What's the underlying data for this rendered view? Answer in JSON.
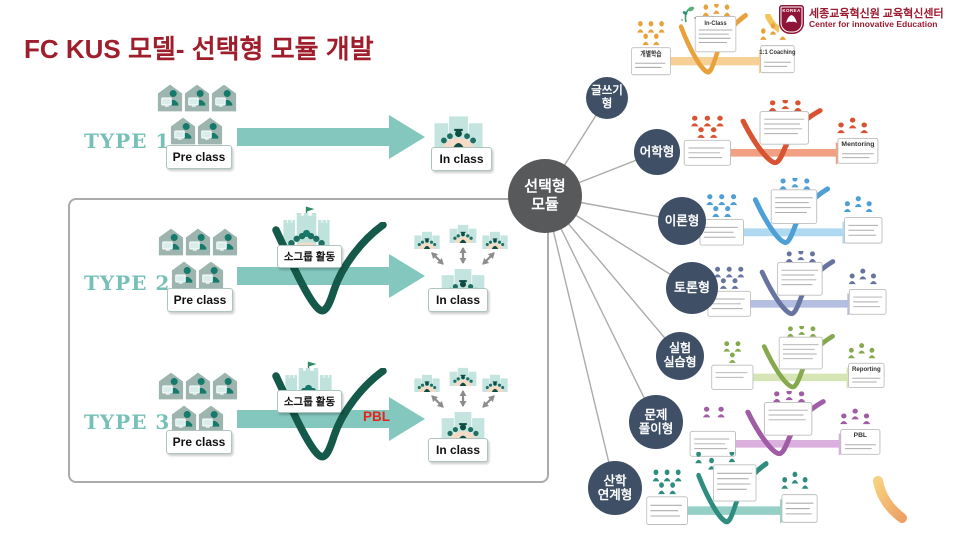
{
  "title": "FC KUS 모델- 선택형 모듈 개발",
  "logo": {
    "org": "KOREA",
    "line1": "세종교육혁신원 교육혁신센터",
    "line2": "Center for innovative Education"
  },
  "hub": {
    "label": "선택형\n모듈"
  },
  "types": [
    {
      "label": "TYPE 1",
      "pre": "Pre class",
      "in": "In class"
    },
    {
      "label": "TYPE 2",
      "pre": "Pre class",
      "in": "In class",
      "mid": "소그룹 활동"
    },
    {
      "label": "TYPE 3",
      "pre": "Pre class",
      "in": "In class",
      "mid": "소그룹 활동",
      "arrow_tag": "PBL"
    }
  ],
  "modules": [
    {
      "name": "writing",
      "label": "글쓰기\n형",
      "color": "#E9A13B",
      "color_light": "#F6CE8F",
      "thumb": {
        "left": "개별학습",
        "mid": "In-Class",
        "right": "1:1 Coaching"
      }
    },
    {
      "name": "language",
      "label": "어학형",
      "color": "#D85332",
      "color_light": "#F09B7D",
      "thumb": {
        "left": "",
        "mid": "",
        "right": "Mentoring"
      }
    },
    {
      "name": "theory",
      "label": "이론형",
      "color": "#4D9FD6",
      "color_light": "#ABD7F0",
      "thumb": {
        "left": "",
        "mid": "",
        "right": ""
      }
    },
    {
      "name": "discussion",
      "label": "토론형",
      "color": "#66749F",
      "color_light": "#B0BADF",
      "thumb": {
        "left": "",
        "mid": "",
        "right": ""
      }
    },
    {
      "name": "experiment",
      "label": "실험\n실습형",
      "color": "#86A94F",
      "color_light": "#D3E5B0",
      "thumb": {
        "left": "",
        "mid": "",
        "right": "Reporting"
      }
    },
    {
      "name": "problem",
      "label": "문제\n풀이형",
      "color": "#A05CA5",
      "color_light": "#D8ADDC",
      "thumb": {
        "left": "",
        "mid": "",
        "right": "PBL"
      }
    },
    {
      "name": "industry",
      "label": "산학\n연계형",
      "color": "#2F8D80",
      "color_light": "#8FCCC3",
      "thumb": {
        "left": "",
        "mid": "",
        "right": ""
      }
    }
  ],
  "colors": {
    "title_red": "#A01E2B",
    "arrow_teal": "#84C7BF",
    "check_green": "#14594A",
    "hub_gray": "#58595B",
    "circle_navy": "#3E4F66",
    "outline_gray": "#ABABAB"
  }
}
